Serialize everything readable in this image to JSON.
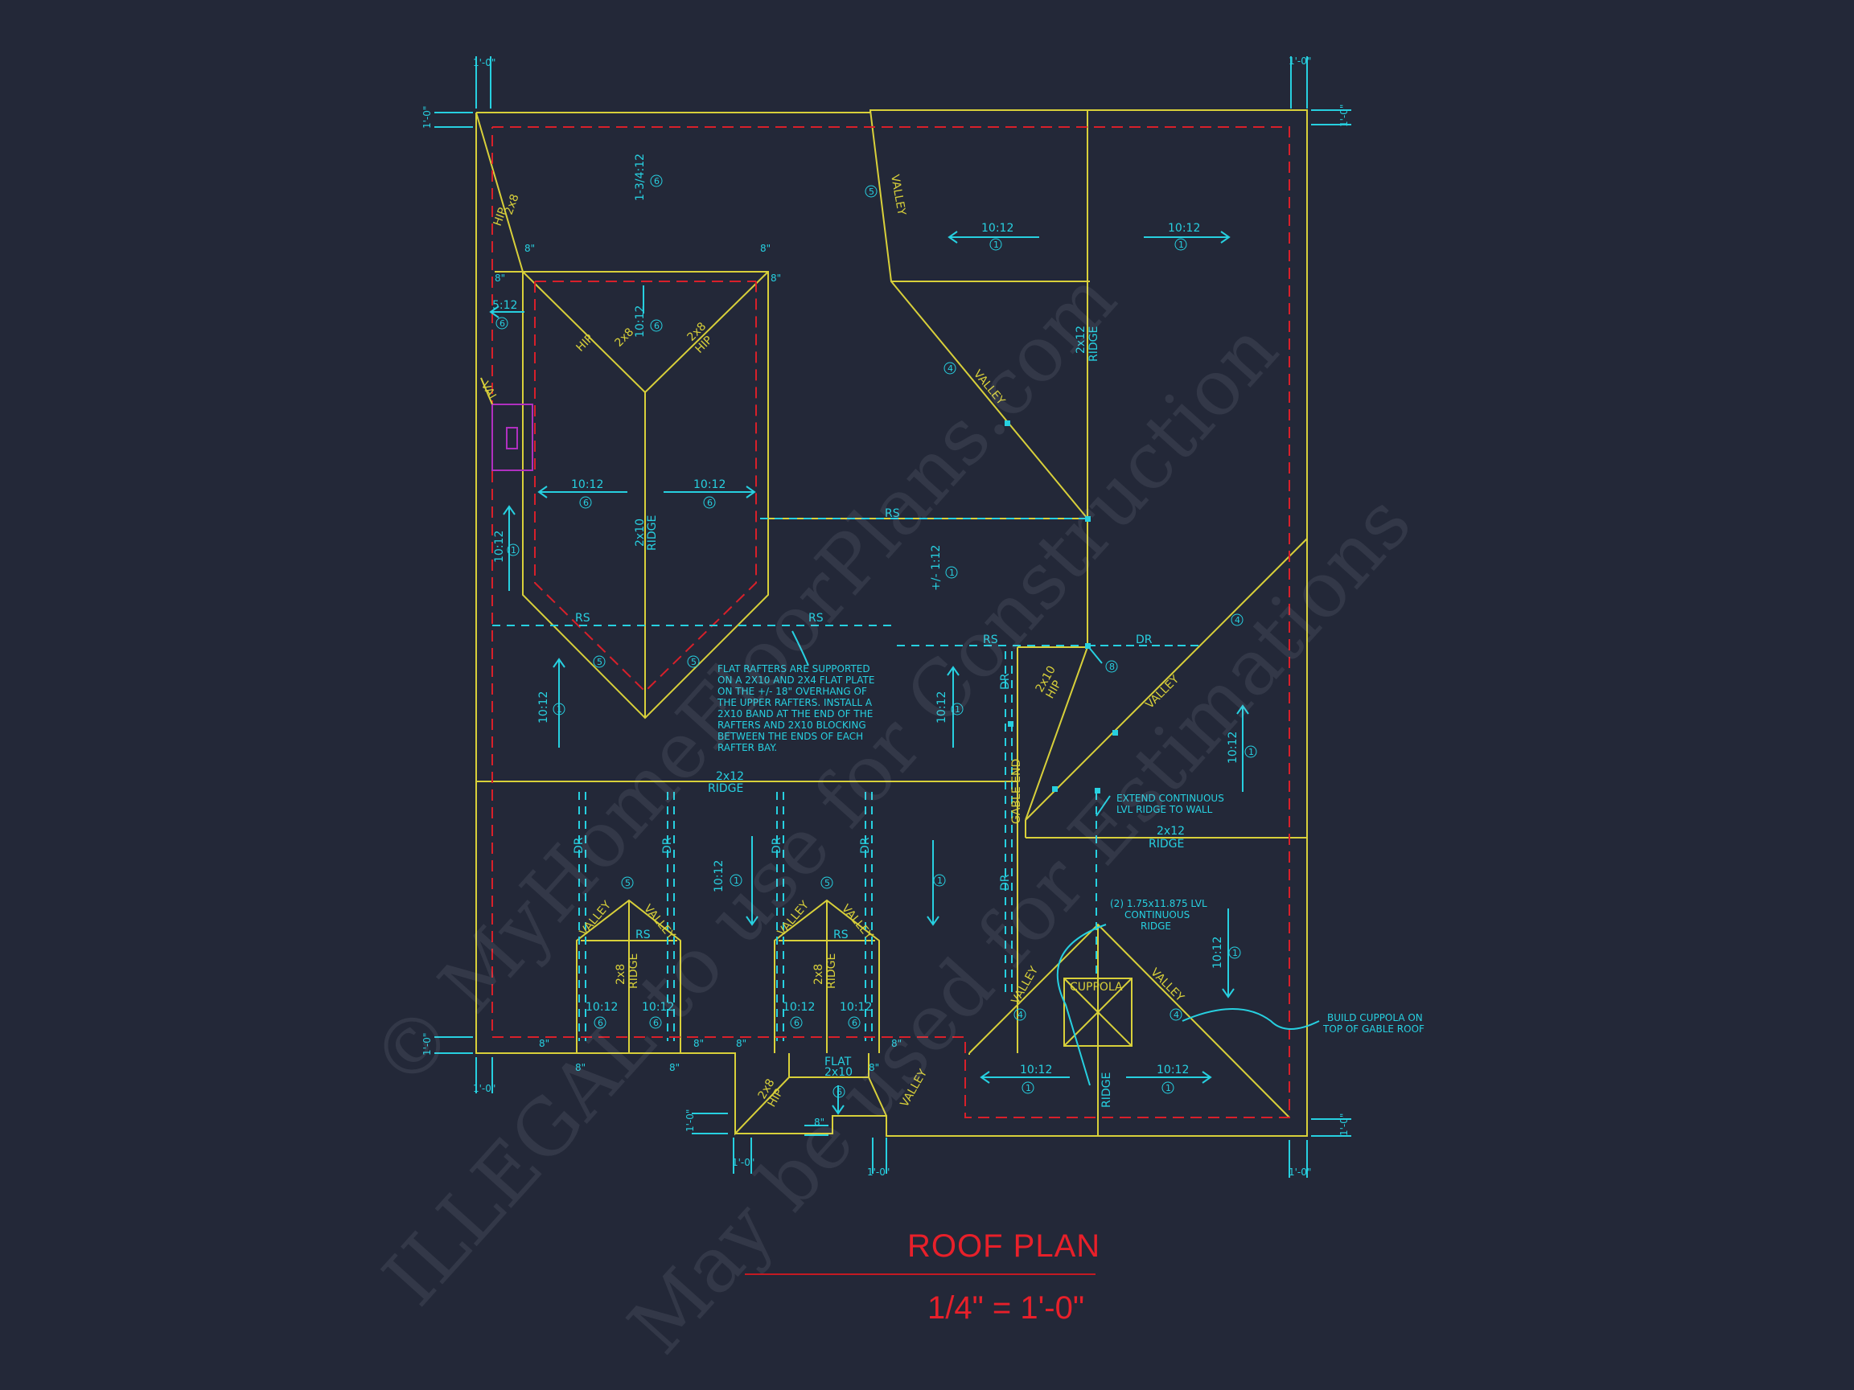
{
  "drawing": {
    "title": "ROOF PLAN",
    "scale": "1/4\" = 1'-0\""
  },
  "watermark": {
    "line1": "© MyHomeFloorPlans.com",
    "line2": "ILLEGAL to use for Construction",
    "line3": "May be used for Estimations"
  },
  "colors": {
    "background": "#232838",
    "outline": "#d8d03a",
    "annotation": "#27d0e0",
    "dashed_red": "#d8202a",
    "title": "#e8202a",
    "chimney": "#b030c0"
  },
  "labels": {
    "pitch_10_12": "10:12",
    "pitch_5_12": "5:12",
    "pitch_1_3_4": "1-3/4:12",
    "pitch_1_12": "+/- 1:12",
    "hip": "HIP",
    "valley": "VALLEY",
    "val": "VAL",
    "ridge": "RIDGE",
    "size_2x8": "2x8",
    "size_2x10": "2x10",
    "size_2x12": "2x12",
    "rs": "RS",
    "dr": "DR",
    "flat": "FLAT",
    "gable_end": "GABLE END",
    "cuppola": "CUPPOLA",
    "dim_1_0": "1'-0\"",
    "dim_8": "8\"",
    "tag_1": "1",
    "tag_4": "4",
    "tag_5": "5",
    "tag_6": "6",
    "tag_8": "8"
  },
  "notes": {
    "flat_rafters": [
      "FLAT RAFTERS ARE SUPPORTED",
      "ON A 2X10 AND 2X4 FLAT PLATE",
      "ON THE +/- 18\" OVERHANG OF",
      "THE UPPER RAFTERS. INSTALL A",
      "2X10 BAND AT THE END OF THE",
      "RAFTERS AND 2X10 BLOCKING",
      "BETWEEN THE ENDS OF EACH",
      "RAFTER BAY."
    ],
    "lvl_ridge": [
      "EXTEND CONTINUOUS",
      "LVL RIDGE TO WALL"
    ],
    "lvl_beam": [
      "(2) 1.75x11.875 LVL",
      "CONTINUOUS",
      "RIDGE"
    ],
    "cuppola": [
      "BUILD CUPPOLA ON",
      "TOP OF GABLE ROOF"
    ]
  }
}
